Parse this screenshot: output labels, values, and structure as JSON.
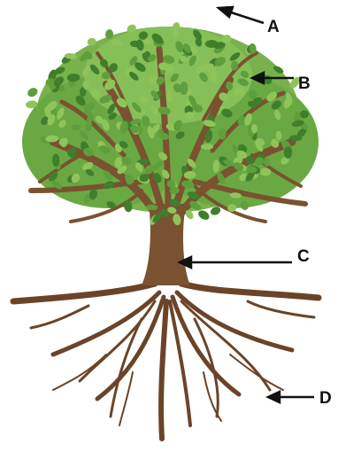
{
  "labels": {
    "a": "A",
    "b": "B",
    "c": "C",
    "d": "D"
  },
  "colors": {
    "trunk": "#7a5230",
    "trunk_dark": "#5e3d22",
    "leaf_light": "#8fc45a",
    "leaf_mid": "#5f9e3c",
    "leaf_dark": "#3f7f2c",
    "arrow": "#111111"
  }
}
